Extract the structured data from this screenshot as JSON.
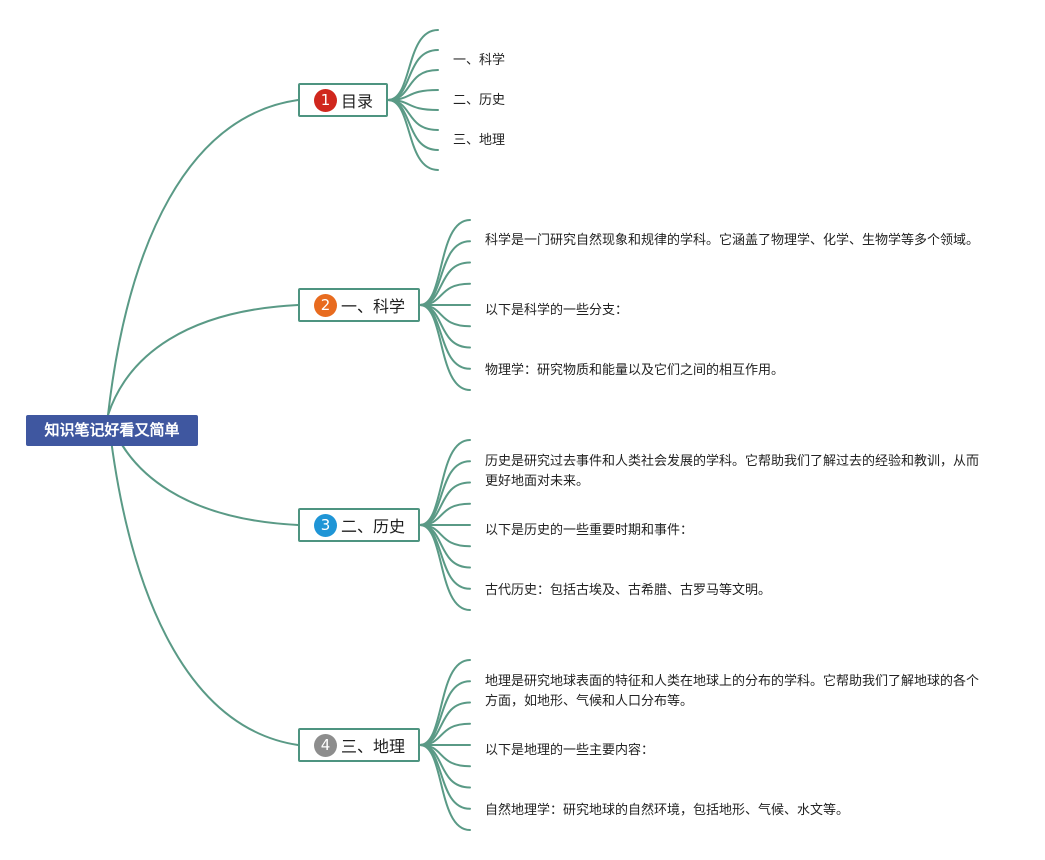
{
  "root": {
    "label": "知识笔记好看又简单",
    "color": "#3f57a0"
  },
  "line_color": "#5a9a86",
  "topics": [
    {
      "badge": "1",
      "badge_color": "#d0271d",
      "label": "目录",
      "items": [
        "一、科学",
        "二、历史",
        "三、地理"
      ]
    },
    {
      "badge": "2",
      "badge_color": "#e86b1f",
      "label": "一、科学",
      "items": [
        "科学是一门研究自然现象和规律的学科。它涵盖了物理学、化学、生物学等多个领域。",
        "以下是科学的一些分支：",
        "物理学：研究物质和能量以及它们之间的相互作用。"
      ]
    },
    {
      "badge": "3",
      "badge_color": "#1f95d6",
      "label": "二、历史",
      "items": [
        "历史是研究过去事件和人类社会发展的学科。它帮助我们了解过去的经验和教训，从而更好地面对未来。",
        "以下是历史的一些重要时期和事件：",
        "古代历史：包括古埃及、古希腊、古罗马等文明。"
      ]
    },
    {
      "badge": "4",
      "badge_color": "#8d8d8d",
      "label": "三、地理",
      "items": [
        "地理是研究地球表面的特征和人类在地球上的分布的学科。它帮助我们了解地球的各个方面，如地形、气候和人口分布等。",
        "以下是地理的一些主要内容：",
        "自然地理学：研究地球的自然环境，包括地形、气候、水文等。"
      ]
    }
  ]
}
